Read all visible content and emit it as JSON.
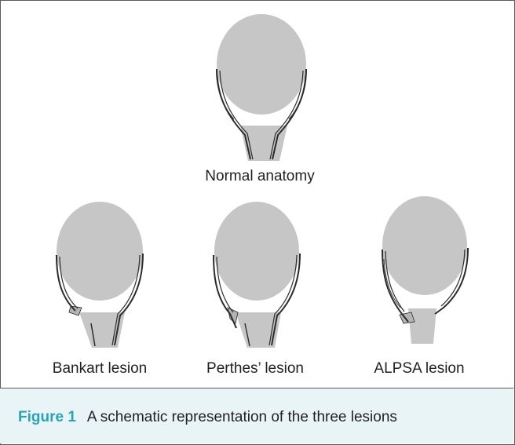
{
  "panels": {
    "normal": {
      "label": "Normal anatomy"
    },
    "bankart": {
      "label": "Bankart lesion"
    },
    "perthes": {
      "label": "Perthes’ lesion"
    },
    "alpsa": {
      "label": "ALPSA lesion"
    }
  },
  "caption": {
    "figure_label": "Figure 1",
    "text": "A schematic representation of the three lesions"
  },
  "colors": {
    "head_fill": "#c6c6c6",
    "glenoid_fill": "#c6c6c6",
    "labrum_stroke": "#2b2b2b",
    "accent": "#2aa3b6",
    "caption_bg": "#e9f4f7",
    "border": "#5a5a5a"
  }
}
